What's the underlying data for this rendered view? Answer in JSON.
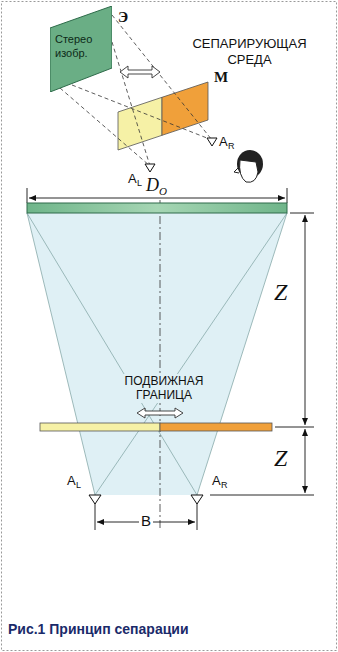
{
  "diagram": {
    "caption": "Рис.1 Принцип сепарации",
    "nodes": [
      {
        "text": [
          "Стерео изобр."
        ]
      }
    ],
    "labels": [
      "Э",
      "СЕПАРИРУЮЩАЯ СРЕДА",
      "М",
      "A",
      "R",
      "A",
      "L",
      "D",
      "O",
      "Z",
      "ПОДВИЖНАЯ ГРАНИЦА",
      "Z",
      "A",
      "L",
      "A",
      "R",
      "B"
    ]
  }
}
